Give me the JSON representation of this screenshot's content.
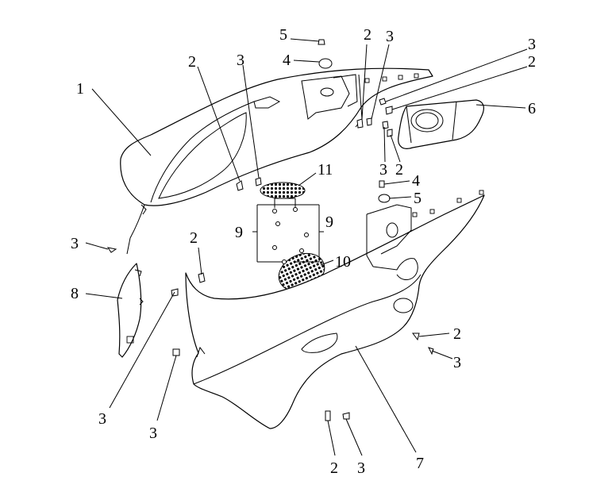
{
  "callouts": [
    {
      "id": "c1",
      "text": "1"
    },
    {
      "id": "c2a",
      "text": "2"
    },
    {
      "id": "c3a",
      "text": "3"
    },
    {
      "id": "c5a",
      "text": "5"
    },
    {
      "id": "c4a",
      "text": "4"
    },
    {
      "id": "c2b",
      "text": "2"
    },
    {
      "id": "c3b",
      "text": "3"
    },
    {
      "id": "c3c",
      "text": "3"
    },
    {
      "id": "c2c",
      "text": "2"
    },
    {
      "id": "c6",
      "text": "6"
    },
    {
      "id": "c3d",
      "text": "3"
    },
    {
      "id": "c2d",
      "text": "2"
    },
    {
      "id": "c11",
      "text": "11"
    },
    {
      "id": "c4b",
      "text": "4"
    },
    {
      "id": "c5b",
      "text": "5"
    },
    {
      "id": "c9a",
      "text": "9"
    },
    {
      "id": "c9b",
      "text": "9"
    },
    {
      "id": "c3e",
      "text": "3"
    },
    {
      "id": "c2e",
      "text": "2"
    },
    {
      "id": "c10",
      "text": "10"
    },
    {
      "id": "c8",
      "text": "8"
    },
    {
      "id": "c2f",
      "text": "2"
    },
    {
      "id": "c3f",
      "text": "3"
    },
    {
      "id": "c3g",
      "text": "3"
    },
    {
      "id": "c3h",
      "text": "3"
    },
    {
      "id": "c7",
      "text": "7"
    },
    {
      "id": "c2g",
      "text": "2"
    },
    {
      "id": "c3i",
      "text": "3"
    }
  ]
}
